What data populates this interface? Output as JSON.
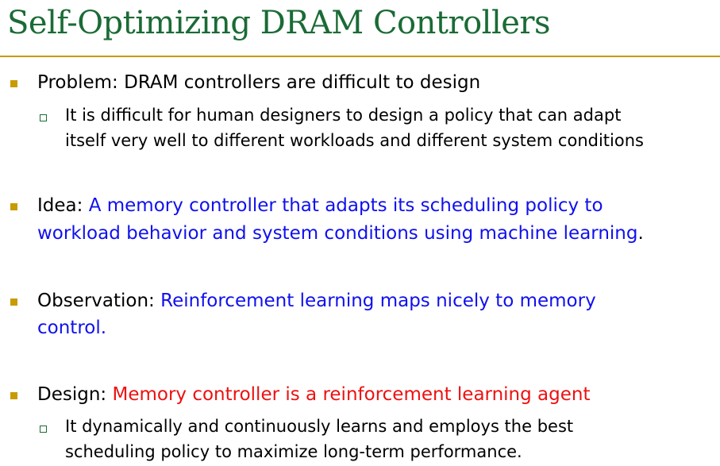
{
  "title": "Self-Optimizing DRAM Controllers",
  "colors": {
    "title": "#1a6b35",
    "rule": "#c89b00",
    "bullet": "#c89b00",
    "highlight_blue": "#1010ee",
    "highlight_red": "#ee1010"
  },
  "bullets": [
    {
      "label": "Problem:",
      "text": " DRAM controllers are difficult to design",
      "sub": {
        "line1": "It is difficult for human designers to design a policy that can adapt",
        "line2": "itself very well to different workloads and different system conditions"
      }
    },
    {
      "label": "Idea:",
      "text_line1": "A memory controller that adapts its scheduling policy to",
      "text_line2": "workload behavior and system conditions using machine learning",
      "end": "."
    },
    {
      "label": "Observation:",
      "text_line1": "Reinforcement learning maps nicely to memory",
      "text_line2": "control."
    },
    {
      "label": "Design:",
      "text": "Memory controller is a reinforcement learning agent",
      "sub": {
        "line1": "It dynamically and continuously learns and employs the best",
        "line2": "scheduling policy to maximize long-term performance."
      }
    }
  ]
}
